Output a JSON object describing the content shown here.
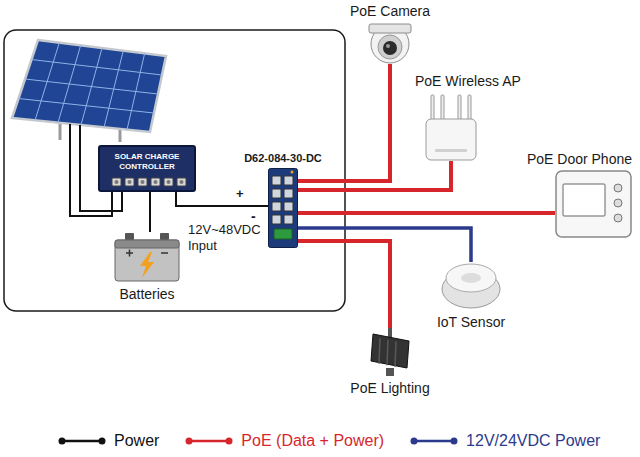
{
  "diagram": {
    "nodes": [
      {
        "text": [
          "SOLAR CHARGE CONTROLLER"
        ]
      },
      {
        "text": [
          "Batteries"
        ]
      },
      {
        "text": [
          "D62-084-30-DC"
        ]
      },
      {
        "text": [
          "PoE Camera"
        ]
      },
      {
        "text": [
          "PoE Wireless AP"
        ]
      },
      {
        "text": [
          "PoE Door Phone"
        ]
      },
      {
        "text": [
          "IoT Sensor"
        ]
      },
      {
        "text": [
          "PoE Lighting"
        ]
      }
    ],
    "edges": [
      {
        "from": 0,
        "to": 1,
        "arrow": "none"
      },
      {
        "from": 0,
        "to": 2,
        "arrow": "none"
      },
      {
        "from": 2,
        "to": 3,
        "arrow": "none"
      },
      {
        "from": 2,
        "to": 4,
        "arrow": "none"
      },
      {
        "from": 2,
        "to": 5,
        "arrow": "none"
      },
      {
        "from": 2,
        "to": 6,
        "arrow": "none"
      },
      {
        "from": 2,
        "to": 7,
        "arrow": "none"
      }
    ],
    "labels": [
      "+",
      "-",
      "12V~48VDC Input"
    ],
    "legend": [
      {
        "text": "Power"
      },
      {
        "text": "PoE (Data + Power)"
      },
      {
        "text": "12V/24VDC Power"
      }
    ]
  }
}
